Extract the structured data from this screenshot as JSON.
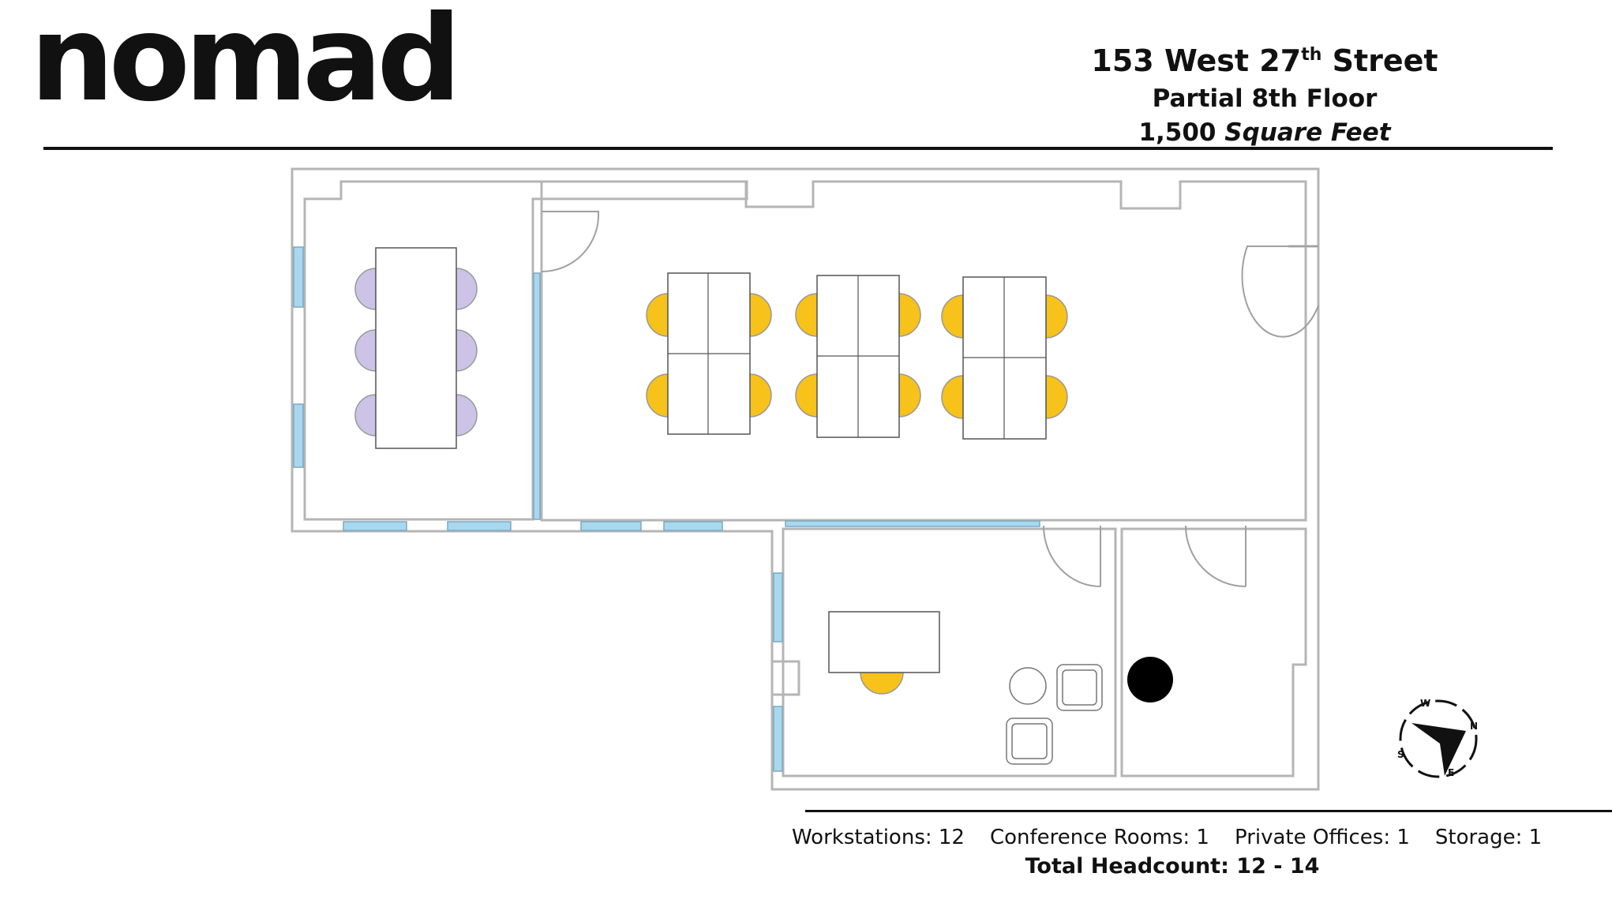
{
  "brand": {
    "logo_text": "nomad"
  },
  "address": {
    "street_number": "153 West 27",
    "street_suffix": "th",
    "street_name": "Street",
    "floor": "Partial 8th Floor",
    "area_value": "1,500",
    "area_unit": "Square Feet"
  },
  "stats": {
    "workstations": "Workstations: 12",
    "conference_rooms": "Conference Rooms: 1",
    "private_offices": "Private Offices: 1",
    "storage": "Storage: 1",
    "total_headcount": "Total Headcount: 12 - 14"
  },
  "compass": {
    "north": "N",
    "east": "E",
    "south": "S",
    "west": "W"
  },
  "colors": {
    "wall": "#b5b5b5",
    "window": "#a8d8ef",
    "conference_chair": "#cdc3e6",
    "workstation_chair": "#f7c21a",
    "storage_fixture": "#000000"
  }
}
